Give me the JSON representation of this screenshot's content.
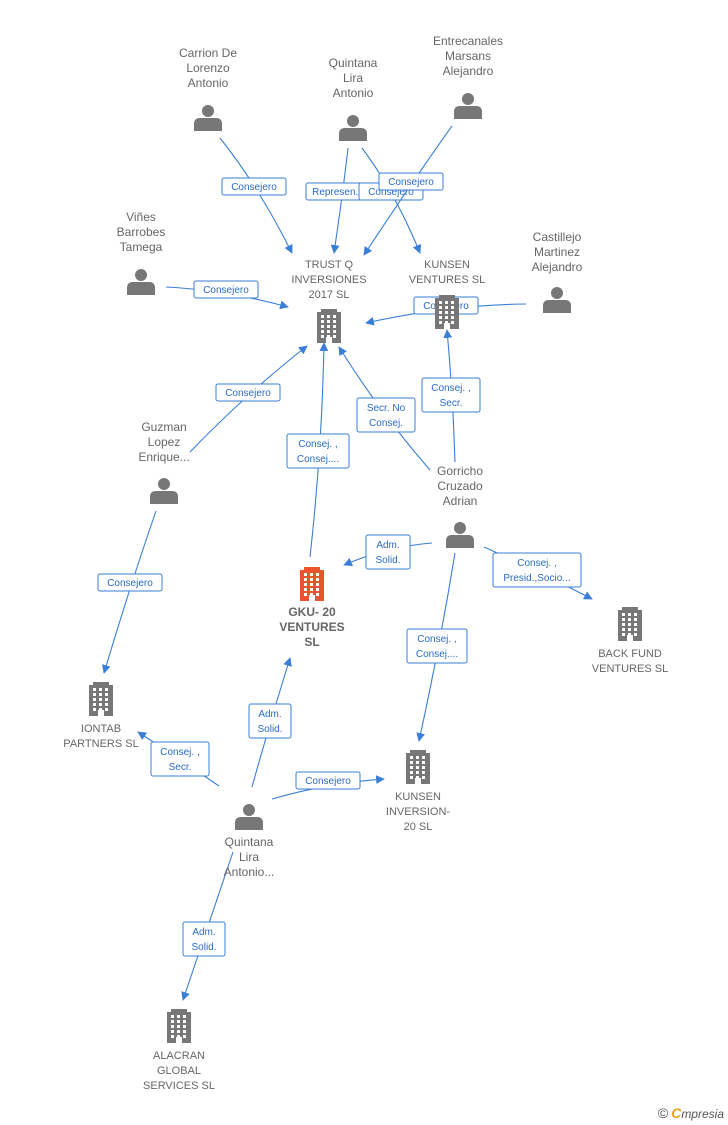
{
  "diagram": {
    "accent_color": "#3a7fd5",
    "node_color": "#777777",
    "highlight_color": "#e8552a",
    "nodes": [
      {
        "id": "carrion",
        "type": "person",
        "icon": "person-icon",
        "label": [
          "Carrion De",
          "Lorenzo",
          "Antonio"
        ]
      },
      {
        "id": "quintana1",
        "type": "person",
        "icon": "person-icon",
        "label": [
          "Quintana",
          "Lira",
          "Antonio"
        ]
      },
      {
        "id": "entrecanales",
        "type": "person",
        "icon": "person-icon",
        "label": [
          "Entrecanales",
          "Marsans",
          "Alejandro"
        ]
      },
      {
        "id": "vines",
        "type": "person",
        "icon": "person-icon",
        "label": [
          "Viñes",
          "Barrobes",
          "Tamega"
        ]
      },
      {
        "id": "trustq",
        "type": "company",
        "icon": "building-icon",
        "label": [
          "TRUST Q",
          "INVERSIONES",
          "2017  SL"
        ]
      },
      {
        "id": "kunsen_v",
        "type": "company",
        "icon": "building-icon",
        "label": [
          "KUNSEN",
          "VENTURES  SL"
        ]
      },
      {
        "id": "castillejo",
        "type": "person",
        "icon": "person-icon",
        "label": [
          "Castillejo",
          "Martinez",
          "Alejandro"
        ]
      },
      {
        "id": "guzman",
        "type": "person",
        "icon": "person-icon",
        "label": [
          "Guzman",
          "Lopez",
          "Enrique..."
        ]
      },
      {
        "id": "gorricho",
        "type": "person",
        "icon": "person-icon",
        "label": [
          "Gorricho",
          "Cruzado",
          "Adrian"
        ]
      },
      {
        "id": "gku",
        "type": "main",
        "icon": "building-icon",
        "label": [
          "GKU- 20",
          "VENTURES",
          "SL"
        ]
      },
      {
        "id": "backfund",
        "type": "company",
        "icon": "building-icon",
        "label": [
          "BACK FUND",
          "VENTURES  SL"
        ]
      },
      {
        "id": "iontab",
        "type": "company",
        "icon": "building-icon",
        "label": [
          "IONTAB",
          "PARTNERS  SL"
        ]
      },
      {
        "id": "kunsen_i",
        "type": "company",
        "icon": "building-icon",
        "label": [
          "KUNSEN",
          "INVERSION-",
          "20  SL"
        ]
      },
      {
        "id": "quintana2",
        "type": "person",
        "icon": "person-icon",
        "label": [
          "Quintana",
          "Lira",
          "Antonio..."
        ]
      },
      {
        "id": "alacran",
        "type": "company",
        "icon": "building-icon",
        "label": [
          "ALACRAN",
          "GLOBAL",
          "SERVICES  SL"
        ]
      }
    ],
    "edges": [
      {
        "from": "carrion",
        "to": "trustq",
        "label": [
          "Consejero"
        ]
      },
      {
        "from": "quintana1",
        "to": "trustq",
        "label": [
          "Represen..."
        ]
      },
      {
        "from": "quintana1",
        "to": "kunsen_v",
        "label": [
          "Consejero"
        ]
      },
      {
        "from": "entrecanales",
        "to": "trustq",
        "label": [
          "Consejero"
        ]
      },
      {
        "from": "vines",
        "to": "trustq",
        "label": [
          "Consejero"
        ]
      },
      {
        "from": "castillejo",
        "to": "trustq",
        "label": [
          "Consejero"
        ]
      },
      {
        "from": "guzman",
        "to": "trustq",
        "label": [
          "Consejero"
        ]
      },
      {
        "from": "gku",
        "to": "trustq",
        "label": [
          "Consej. ,",
          "Consej...."
        ]
      },
      {
        "from": "gorricho",
        "to": "trustq",
        "label": [
          "Secr.  No",
          "Consej."
        ]
      },
      {
        "from": "gorricho",
        "to": "kunsen_v",
        "label": [
          "Consej. ,",
          "Secr."
        ]
      },
      {
        "from": "gorricho",
        "to": "gku",
        "label": [
          "Adm.",
          "Solid."
        ]
      },
      {
        "from": "gorricho",
        "to": "backfund",
        "label": [
          "Consej. ,",
          "Presid.,Socio..."
        ]
      },
      {
        "from": "gorricho",
        "to": "kunsen_i",
        "label": [
          "Consej. ,",
          "Consej...."
        ]
      },
      {
        "from": "guzman",
        "to": "iontab",
        "label": [
          "Consejero"
        ]
      },
      {
        "from": "quintana2",
        "to": "iontab",
        "label": [
          "Consej. ,",
          "Secr."
        ]
      },
      {
        "from": "quintana2",
        "to": "gku",
        "label": [
          "Adm.",
          "Solid."
        ]
      },
      {
        "from": "quintana2",
        "to": "kunsen_i",
        "label": [
          "Consejero"
        ]
      },
      {
        "from": "quintana2",
        "to": "alacran",
        "label": [
          "Adm.",
          "Solid."
        ]
      }
    ]
  },
  "brand": {
    "symbol": "©",
    "first_letter": "C",
    "rest": "mpresia"
  }
}
